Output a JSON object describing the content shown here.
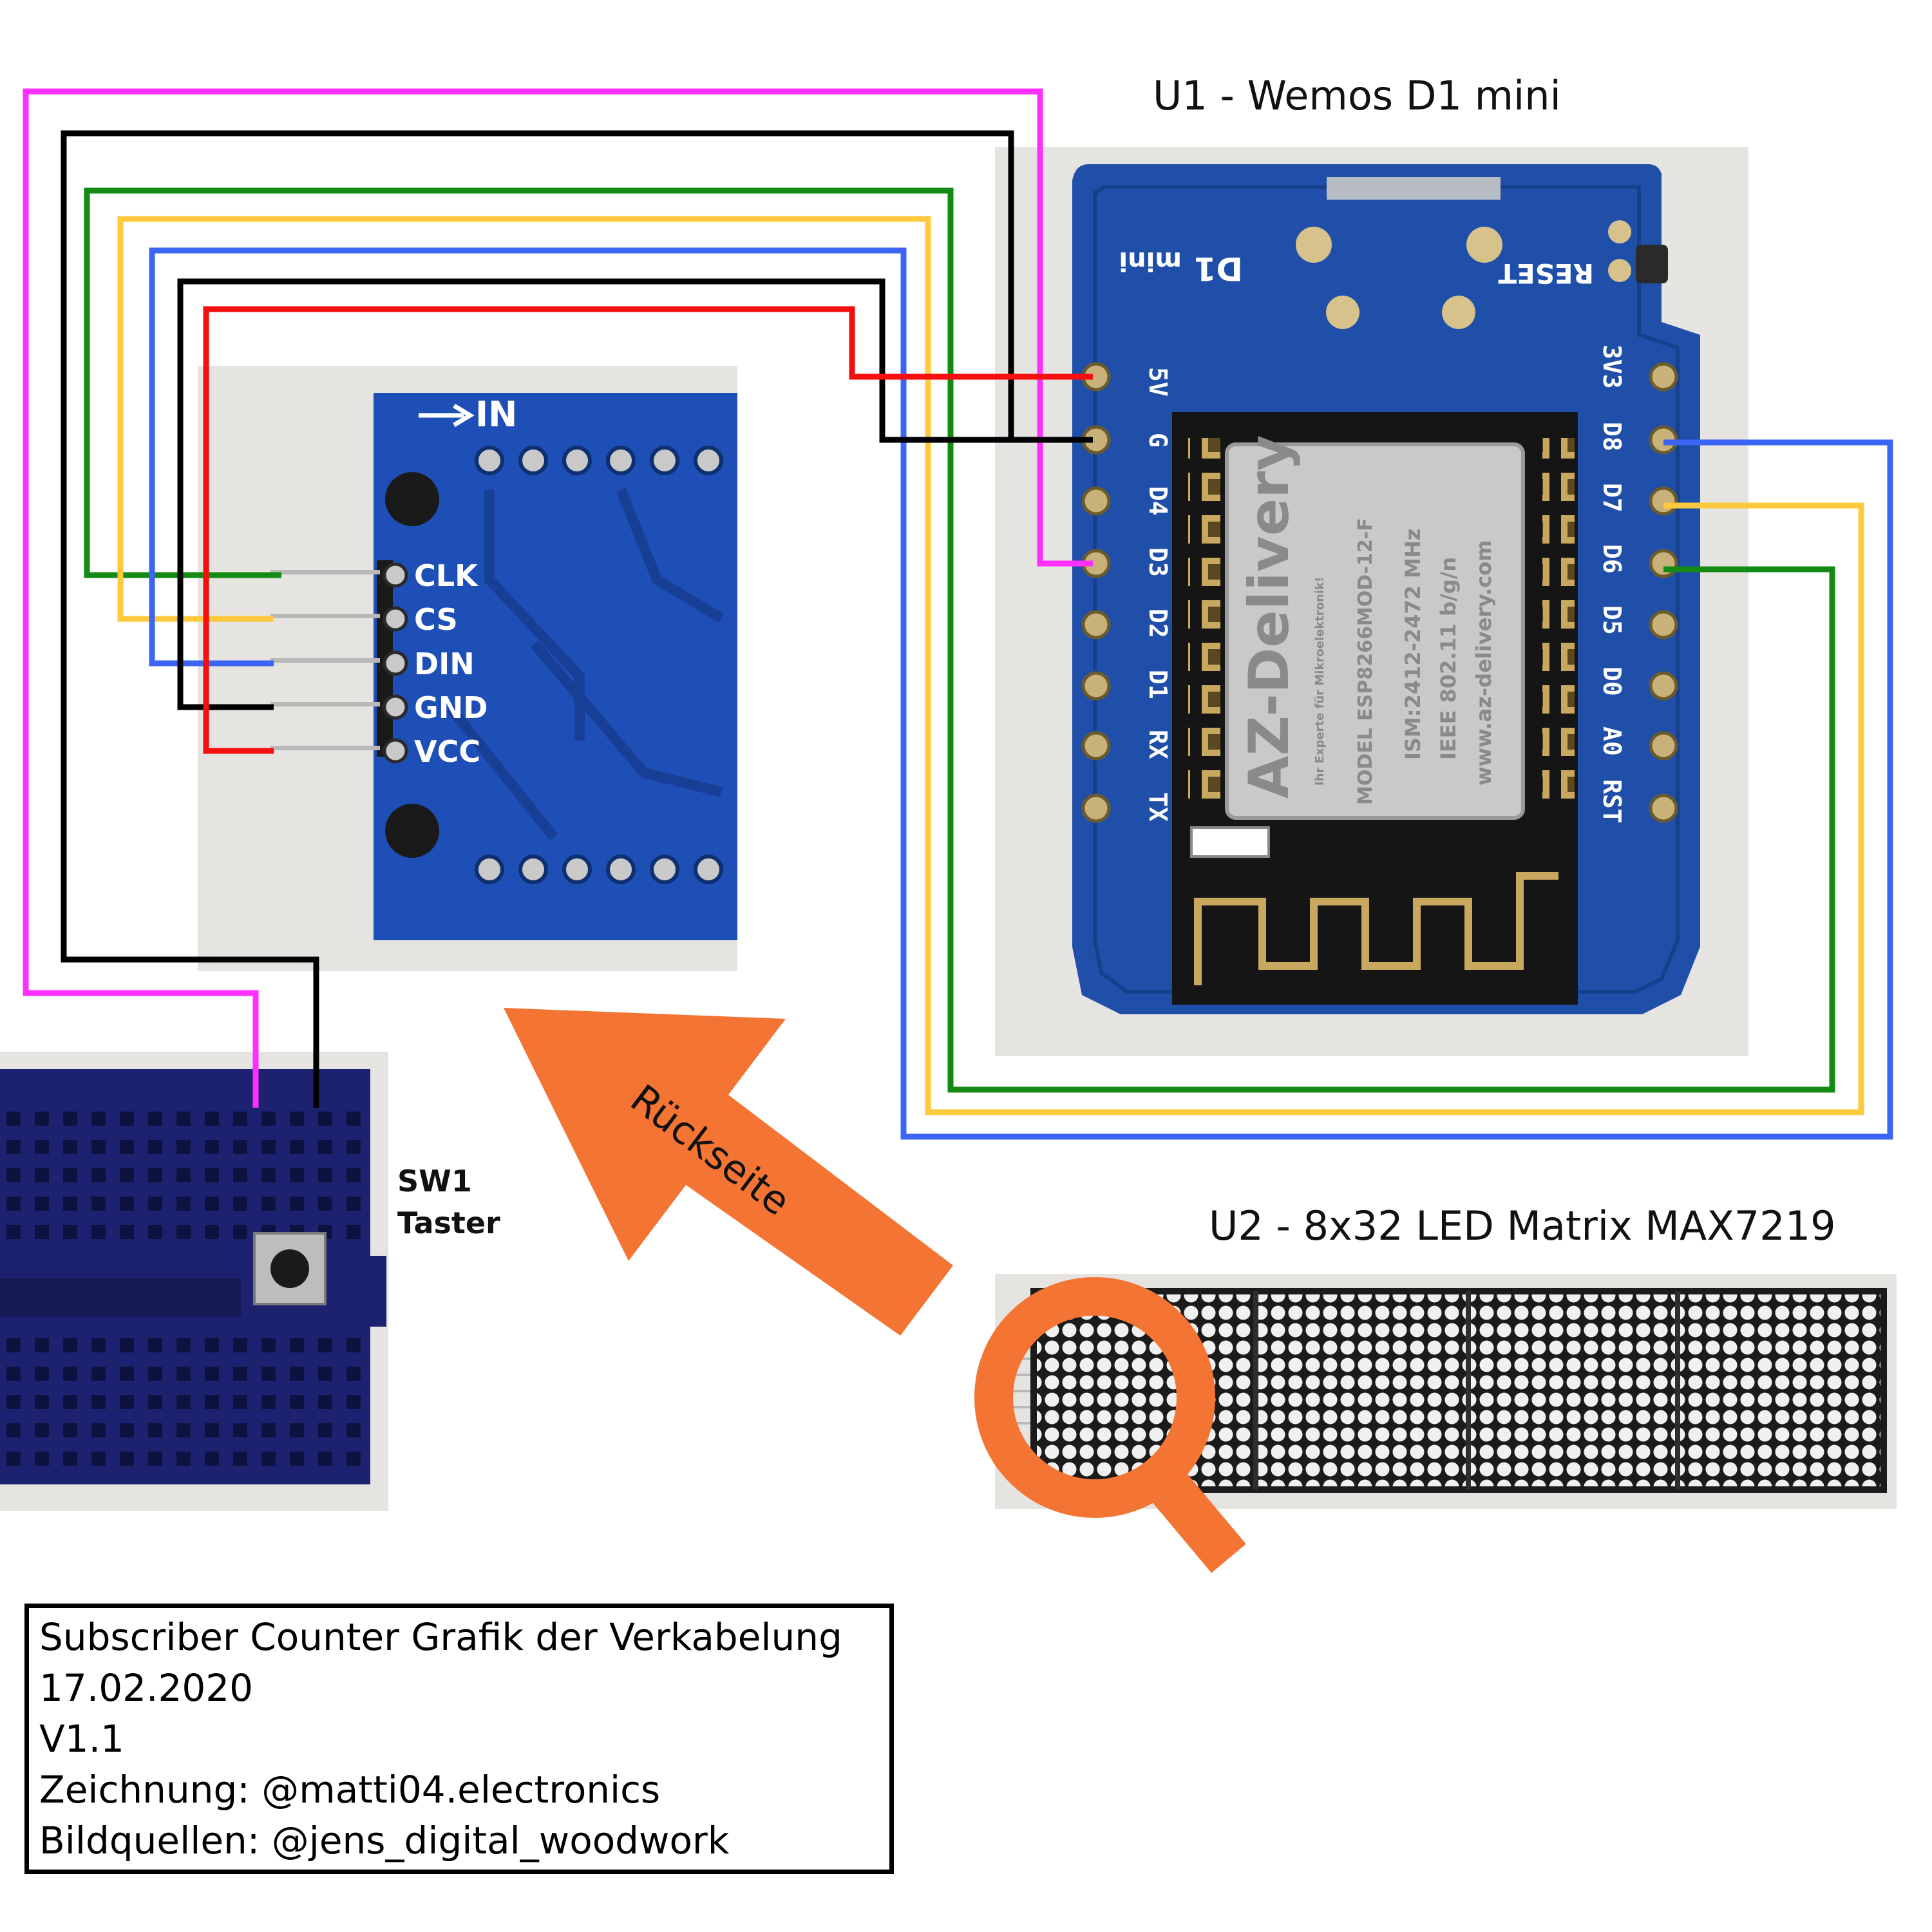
{
  "u1": {
    "title": "U1 - Wemos D1 mini",
    "silkscreen": [
      "D1",
      "mini",
      "RESET"
    ],
    "left_pins": [
      "5V",
      "G",
      "D4",
      "D3",
      "D2",
      "D1",
      "RX",
      "TX"
    ],
    "right_pins": [
      "3V3",
      "D8",
      "D7",
      "D6",
      "D5",
      "D0",
      "A0",
      "RST"
    ],
    "module_label": "AZ-Delivery",
    "module_lines": [
      "Ihr Experte für Mikroelektronik!",
      "MODEL ESP8266MOD-12-F",
      "ISM:2412-2472 MHz",
      "IEEE 802.11 b/g/n",
      "www.az-delivery.com"
    ]
  },
  "u2": {
    "title": "U2 - 8x32 LED Matrix MAX7219",
    "in_label": "IN",
    "pins": [
      "CLK",
      "CS",
      "DIN",
      "GND",
      "VCC"
    ]
  },
  "sw1": {
    "line1": "SW1",
    "line2": "Taster"
  },
  "arrow": {
    "label": "Rückseite",
    "color": "#f47434"
  },
  "wire_colors": {
    "magenta": "#ff2fff",
    "black": "#000000",
    "green": "#138a13",
    "yellow": "#ffc93d",
    "blue": "#3c64f5",
    "red": "#f50f0f"
  },
  "info": {
    "lines": [
      "Subscriber Counter Grafik der Verkabelung",
      "17.02.2020",
      "V1.1",
      "Zeichnung: @matti04.electronics",
      "Bildquellen: @jens_digital_woodwork"
    ]
  }
}
